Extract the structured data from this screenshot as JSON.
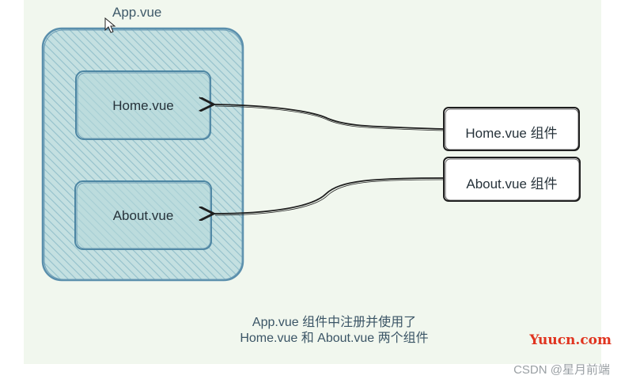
{
  "diagram": {
    "container_label": "App.vue",
    "slots": [
      {
        "label": "Home.vue"
      },
      {
        "label": "About.vue"
      }
    ],
    "components": [
      {
        "label": "Home.vue 组件"
      },
      {
        "label": "About.vue 组件"
      }
    ],
    "caption": {
      "line1": "App.vue 组件中注册并使用了",
      "line2": "Home.vue 和 About.vue 两个组件"
    }
  },
  "watermarks": {
    "site": "Yuucn.com",
    "author": "CSDN @星月前端"
  },
  "colors": {
    "container_fill": "#bfdcdd",
    "container_stroke": "#5a8fac",
    "hatch": "#9cc6cf",
    "arrow": "#1e1e1e",
    "background": "#f1f7ee"
  }
}
